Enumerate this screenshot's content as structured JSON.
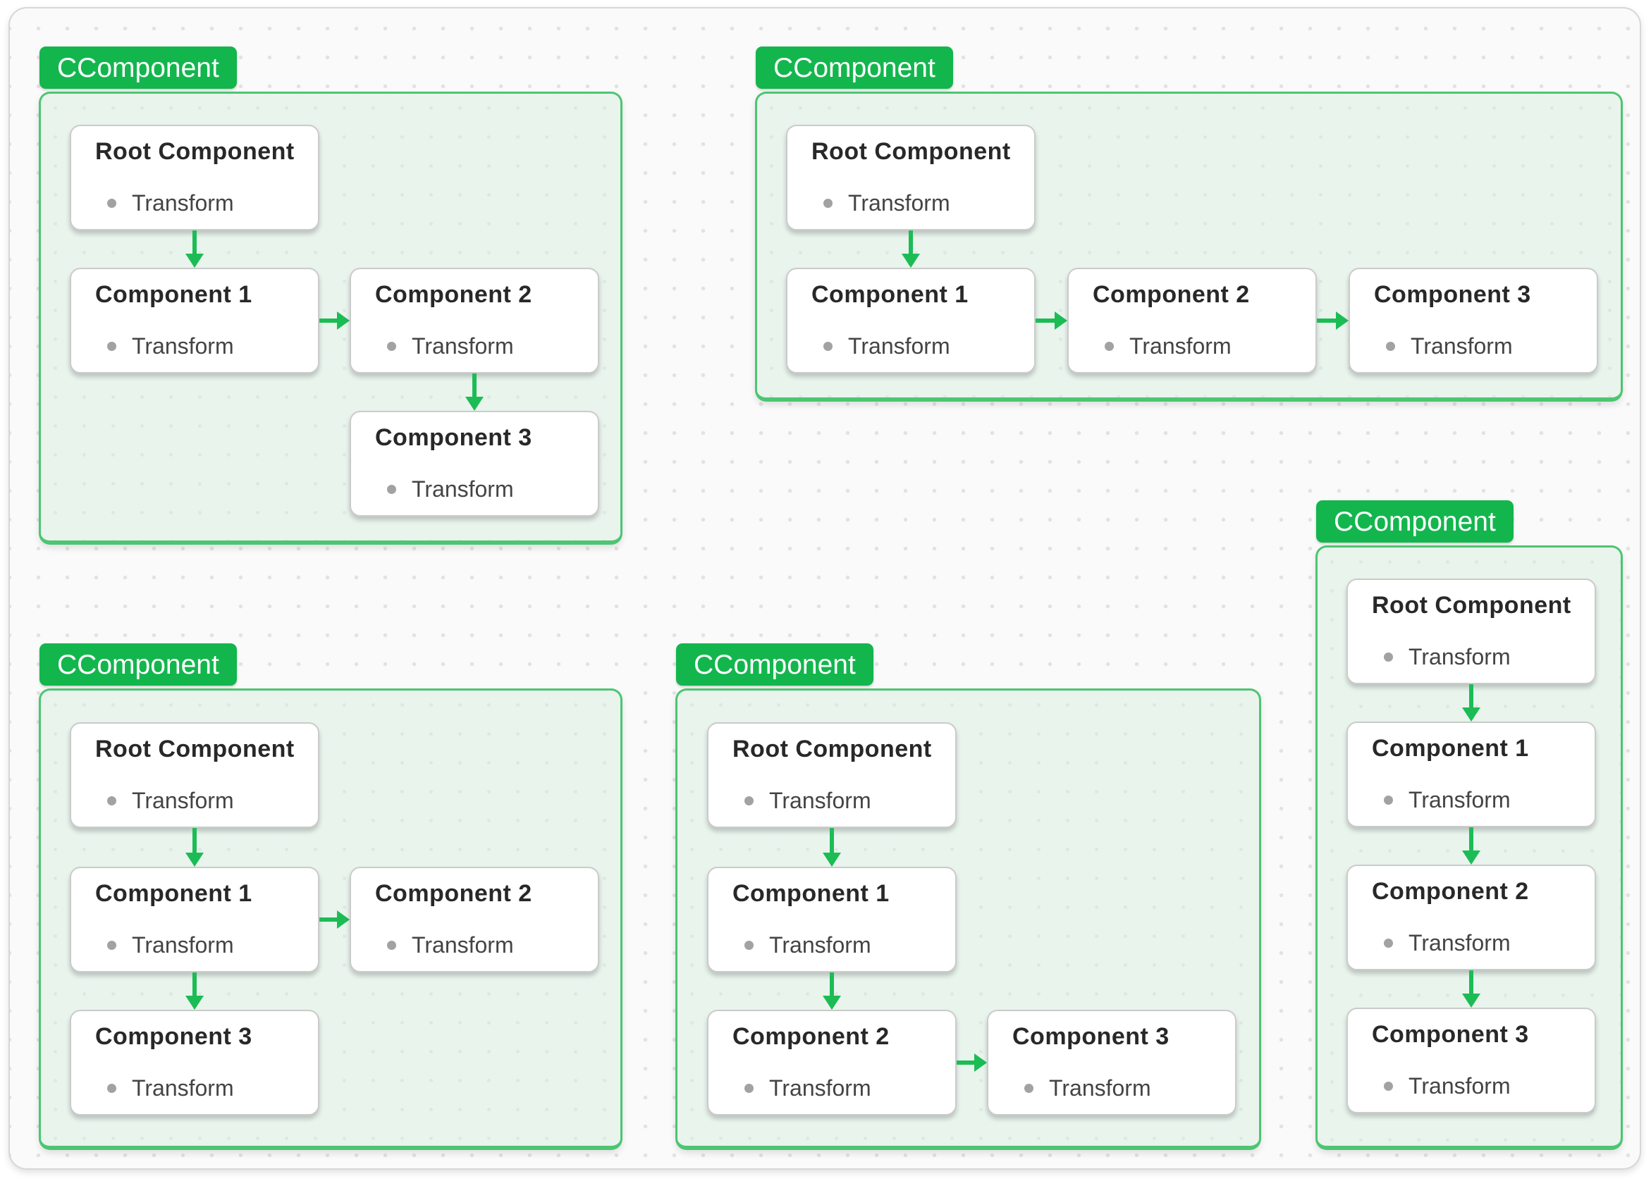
{
  "colors": {
    "badge_green": "#13b64d",
    "arrow_green": "#1cbc55",
    "container_border": "#4dc572",
    "container_fill": "#e9f4ed"
  },
  "groups": [
    {
      "label": "CComponent",
      "nodes": [
        {
          "title": "Root Component",
          "item": "Transform"
        },
        {
          "title": "Component 1",
          "item": "Transform"
        },
        {
          "title": "Component 2",
          "item": "Transform"
        },
        {
          "title": "Component 3",
          "item": "Transform"
        }
      ],
      "edges": [
        {
          "from": "Root Component",
          "to": "Component 1",
          "direction": "down"
        },
        {
          "from": "Component 1",
          "to": "Component 2",
          "direction": "right"
        },
        {
          "from": "Component 2",
          "to": "Component 3",
          "direction": "down"
        }
      ]
    },
    {
      "label": "CComponent",
      "nodes": [
        {
          "title": "Root Component",
          "item": "Transform"
        },
        {
          "title": "Component 1",
          "item": "Transform"
        },
        {
          "title": "Component 2",
          "item": "Transform"
        },
        {
          "title": "Component 3",
          "item": "Transform"
        }
      ],
      "edges": [
        {
          "from": "Root Component",
          "to": "Component 1",
          "direction": "down"
        },
        {
          "from": "Component 1",
          "to": "Component 2",
          "direction": "right"
        },
        {
          "from": "Component 2",
          "to": "Component 3",
          "direction": "right"
        }
      ]
    },
    {
      "label": "CComponent",
      "nodes": [
        {
          "title": "Root Component",
          "item": "Transform"
        },
        {
          "title": "Component 1",
          "item": "Transform"
        },
        {
          "title": "Component 2",
          "item": "Transform"
        },
        {
          "title": "Component 3",
          "item": "Transform"
        }
      ],
      "edges": [
        {
          "from": "Root Component",
          "to": "Component 1",
          "direction": "down"
        },
        {
          "from": "Component 1",
          "to": "Component 2",
          "direction": "down"
        },
        {
          "from": "Component 2",
          "to": "Component 3",
          "direction": "down"
        }
      ]
    },
    {
      "label": "CComponent",
      "nodes": [
        {
          "title": "Root Component",
          "item": "Transform"
        },
        {
          "title": "Component 1",
          "item": "Transform"
        },
        {
          "title": "Component 2",
          "item": "Transform"
        },
        {
          "title": "Component 3",
          "item": "Transform"
        }
      ],
      "edges": [
        {
          "from": "Root Component",
          "to": "Component 1",
          "direction": "down"
        },
        {
          "from": "Component 1",
          "to": "Component 2",
          "direction": "right"
        },
        {
          "from": "Component 1",
          "to": "Component 3",
          "direction": "down"
        }
      ]
    },
    {
      "label": "CComponent",
      "nodes": [
        {
          "title": "Root Component",
          "item": "Transform"
        },
        {
          "title": "Component 1",
          "item": "Transform"
        },
        {
          "title": "Component 2",
          "item": "Transform"
        },
        {
          "title": "Component 3",
          "item": "Transform"
        }
      ],
      "edges": [
        {
          "from": "Root Component",
          "to": "Component 1",
          "direction": "down"
        },
        {
          "from": "Component 1",
          "to": "Component 2",
          "direction": "down"
        },
        {
          "from": "Component 2",
          "to": "Component 3",
          "direction": "right"
        }
      ]
    }
  ]
}
